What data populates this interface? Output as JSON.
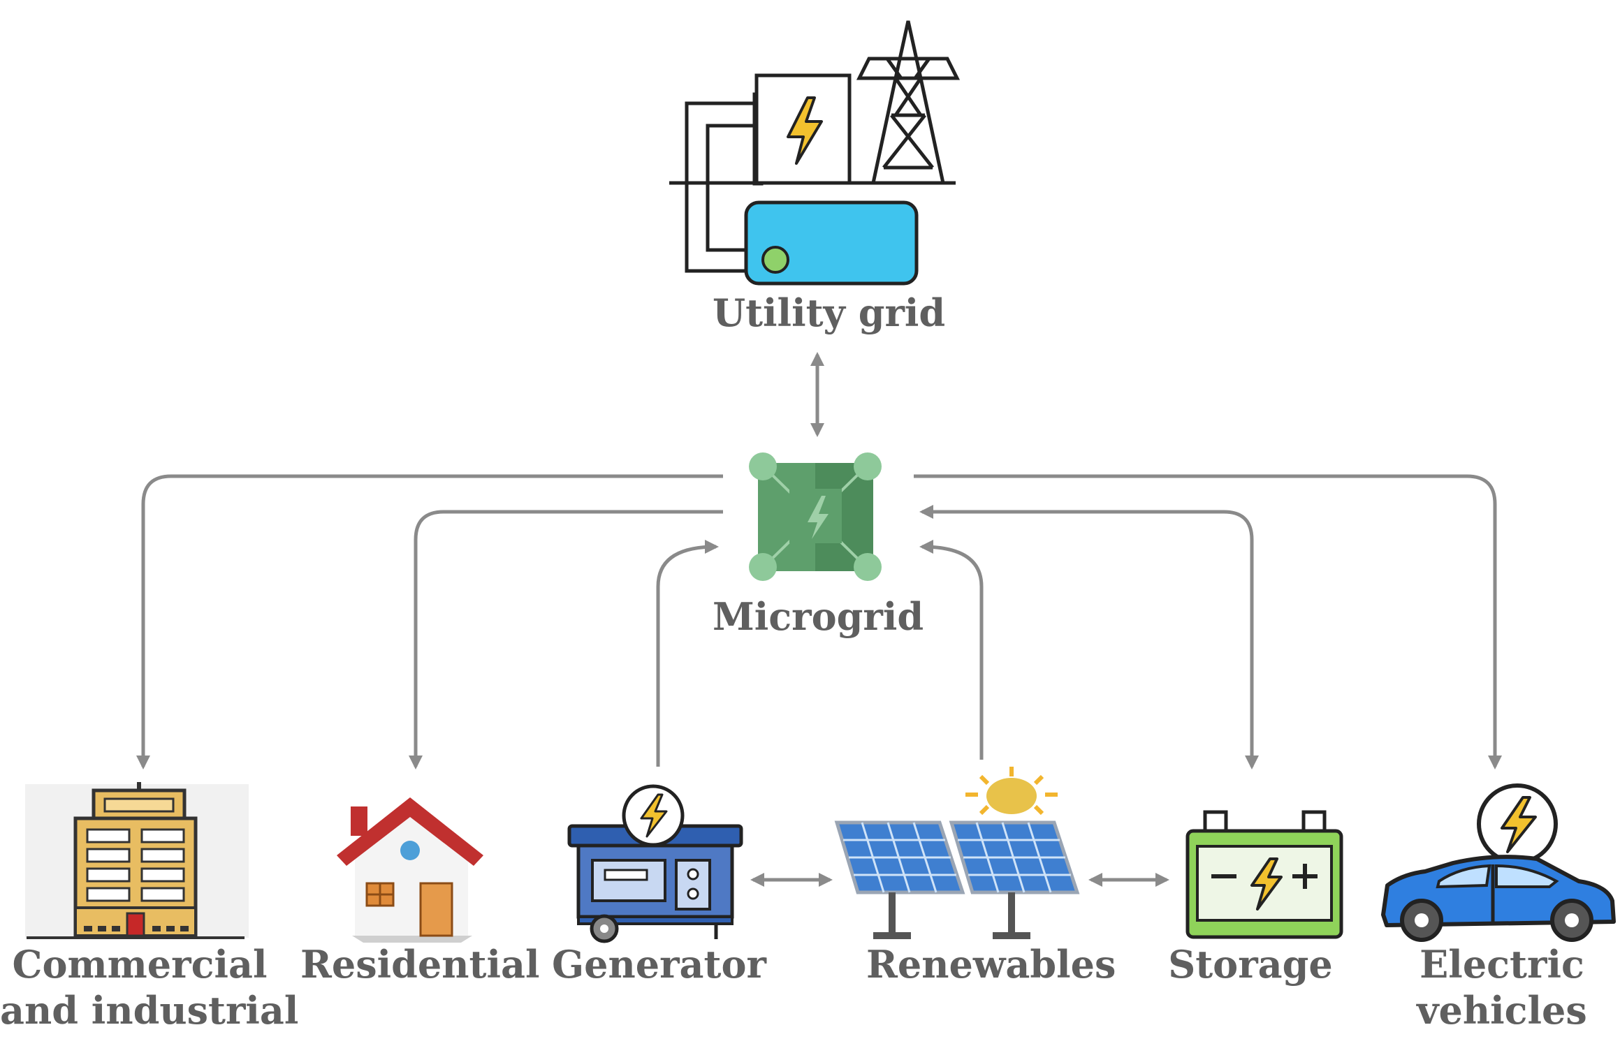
{
  "nodes": {
    "utility_grid": {
      "label": "Utility grid",
      "icon": "utility-grid-icon"
    },
    "microgrid": {
      "label": "Microgrid",
      "icon": "microgrid-chip-icon"
    },
    "commercial": {
      "label_line1": "Commercial",
      "label_line2": "and industrial",
      "icon": "office-building-icon"
    },
    "residential": {
      "label": "Residential",
      "icon": "house-icon"
    },
    "generator": {
      "label": "Generator",
      "icon": "generator-icon"
    },
    "renewables": {
      "label": "Renewables",
      "icon": "solar-panel-icon"
    },
    "storage": {
      "label": "Storage",
      "icon": "battery-icon"
    },
    "electric_vehicles": {
      "label_line1": "Electric",
      "label_line2": "vehicles",
      "icon": "electric-car-icon"
    }
  },
  "colors": {
    "label": "#5f5f5f",
    "connector": "#8a8a8a",
    "microgrid_green": "#5e9f6c",
    "grid_blue": "#3fc4ee",
    "car_blue": "#2f7fe0",
    "bolt_yellow": "#f2c12e",
    "roof_red": "#c0302f"
  }
}
